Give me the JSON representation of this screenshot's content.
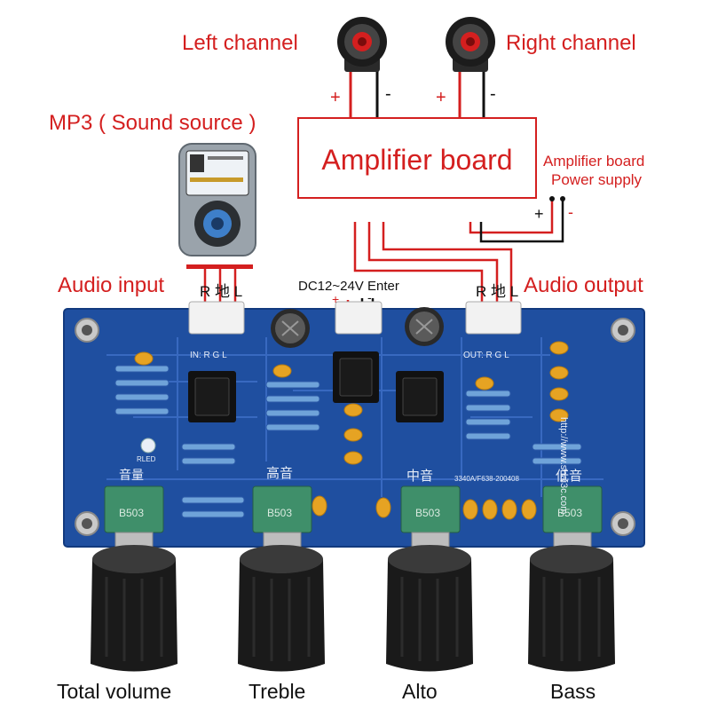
{
  "labels": {
    "left_channel": "Left channel",
    "right_channel": "Right channel",
    "mp3_source": "MP3 ( Sound source )",
    "amplifier_board": "Amplifier board",
    "amp_power_line1": "Amplifier board",
    "amp_power_line2": "Power supply",
    "audio_input": "Audio input",
    "audio_output": "Audio output",
    "dc_input": "DC12~24V Enter",
    "plus": "+",
    "minus": "-",
    "input_pins": "R 地 L",
    "output_pins": "R 地 L",
    "volume_cn": "音量",
    "treble_cn": "高音",
    "alto_cn": "中音",
    "bass_cn": "低音",
    "pot_value": "B503",
    "board_url": "http://www.shai3c.com",
    "board_code": "3340A/F638-200408",
    "in_header": "IN: R G L",
    "out_header": "OUT: R G L",
    "led_label": "RLED",
    "total_volume": "Total volume",
    "treble": "Treble",
    "alto": "Alto",
    "bass": "Bass"
  },
  "colors": {
    "accent_red": "#d41f1f",
    "pcb_blue": "#1f4fa0",
    "knob_black": "#1a1a1a",
    "pot_green": "#3f8f6a",
    "cap_yellow": "#e6a323"
  },
  "icons": [
    "speaker-icon",
    "mp3-player-icon"
  ]
}
